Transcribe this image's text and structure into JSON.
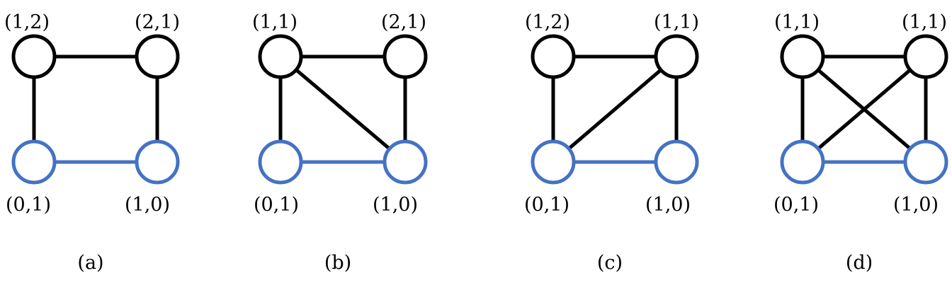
{
  "colors": {
    "top": "#000000",
    "bottom": "#4472C4"
  },
  "graphs": [
    {
      "caption": "(a)",
      "nodes": [
        {
          "id": "tl",
          "label": "(1,2)",
          "group": "top"
        },
        {
          "id": "tr",
          "label": "(2,1)",
          "group": "top"
        },
        {
          "id": "bl",
          "label": "(0,1)",
          "group": "bottom"
        },
        {
          "id": "br",
          "label": "(1,0)",
          "group": "bottom"
        }
      ],
      "edges": [
        [
          "tl",
          "tr"
        ],
        [
          "tl",
          "bl"
        ],
        [
          "tr",
          "br"
        ],
        [
          "bl",
          "br"
        ]
      ]
    },
    {
      "caption": "(b)",
      "nodes": [
        {
          "id": "tl",
          "label": "(1,1)",
          "group": "top"
        },
        {
          "id": "tr",
          "label": "(2,1)",
          "group": "top"
        },
        {
          "id": "bl",
          "label": "(0,1)",
          "group": "bottom"
        },
        {
          "id": "br",
          "label": "(1,0)",
          "group": "bottom"
        }
      ],
      "edges": [
        [
          "tl",
          "tr"
        ],
        [
          "tl",
          "bl"
        ],
        [
          "tr",
          "br"
        ],
        [
          "tl",
          "br"
        ],
        [
          "bl",
          "br"
        ]
      ]
    },
    {
      "caption": "(c)",
      "nodes": [
        {
          "id": "tl",
          "label": "(1,2)",
          "group": "top"
        },
        {
          "id": "tr",
          "label": "(1,1)",
          "group": "top"
        },
        {
          "id": "bl",
          "label": "(0,1)",
          "group": "bottom"
        },
        {
          "id": "br",
          "label": "(1,0)",
          "group": "bottom"
        }
      ],
      "edges": [
        [
          "tl",
          "tr"
        ],
        [
          "tl",
          "bl"
        ],
        [
          "tr",
          "br"
        ],
        [
          "tr",
          "bl"
        ],
        [
          "bl",
          "br"
        ]
      ]
    },
    {
      "caption": "(d)",
      "nodes": [
        {
          "id": "tl",
          "label": "(1,1)",
          "group": "top"
        },
        {
          "id": "tr",
          "label": "(1,1)",
          "group": "top"
        },
        {
          "id": "bl",
          "label": "(0,1)",
          "group": "bottom"
        },
        {
          "id": "br",
          "label": "(1,0)",
          "group": "bottom"
        }
      ],
      "edges": [
        [
          "tl",
          "tr"
        ],
        [
          "tl",
          "bl"
        ],
        [
          "tr",
          "br"
        ],
        [
          "tl",
          "br"
        ],
        [
          "tr",
          "bl"
        ],
        [
          "bl",
          "br"
        ]
      ]
    }
  ]
}
